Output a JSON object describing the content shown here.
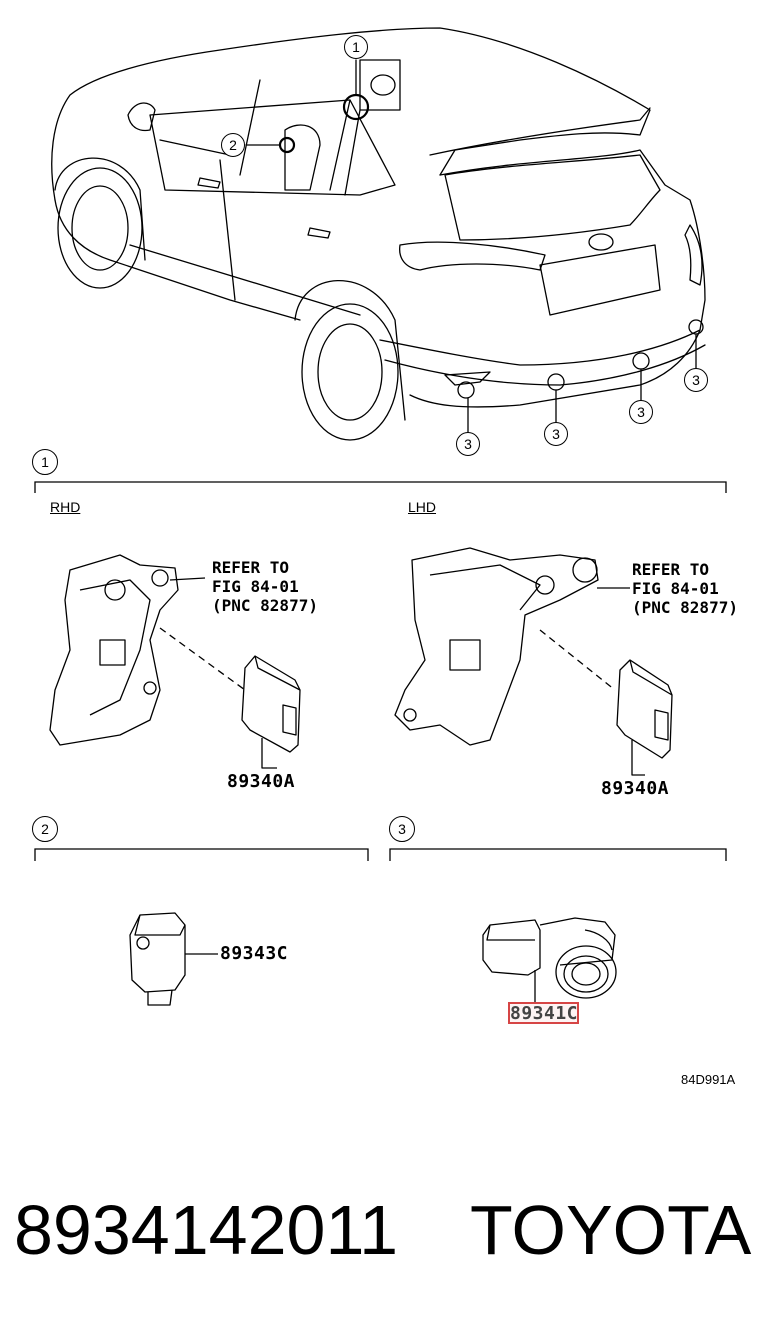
{
  "callouts": {
    "one": "1",
    "two": "2",
    "three": "3"
  },
  "sections": {
    "s1": {
      "number": "1",
      "rhd_label": "RHD",
      "lhd_label": "LHD",
      "refer_rhd": "REFER TO\nFIG 84-01\n(PNC 82877)",
      "refer_lhd": "REFER TO\nFIG 84-01\n(PNC 82877)",
      "part_rhd": "89340A",
      "part_lhd": "89340A"
    },
    "s2": {
      "number": "2",
      "part": "89343C"
    },
    "s3": {
      "number": "3",
      "part": "89341C"
    }
  },
  "diagram_code": "84D991A",
  "footer": {
    "part_number": "8934142011",
    "brand": "TOYOTA"
  },
  "colors": {
    "line": "#000000",
    "highlight": "#d64545"
  }
}
